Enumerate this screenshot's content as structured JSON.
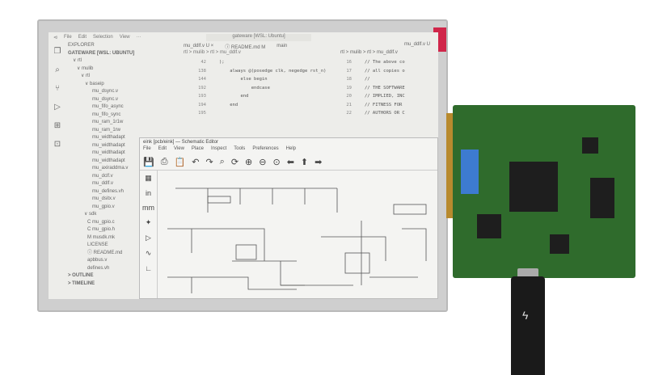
{
  "vscode": {
    "menu": [
      "File",
      "Edit",
      "Selection",
      "View",
      "···"
    ],
    "search": "gateware [WSL: Ubuntu]",
    "explorer_title": "EXPLORER",
    "workspace": "GATEWARE [WSL: UBUNTU]",
    "tree": [
      "∨ rtl",
      "∨ mulib",
      "∨ rtl",
      "∨ baseip",
      "mu_dsync.v",
      "mu_dsync.v",
      "mu_fifo_async",
      "mu_fifo_sync",
      "mu_ram_1r1w",
      "mu_ram_1rw",
      "mu_widthadapt",
      "mu_widthadapt",
      "mu_widthadapt",
      "mu_widthadapt",
      "mu_axiraddma.v",
      "mu_dclf.v",
      "mu_ddlf.v",
      "mu_defines.vh",
      "mu_dsitx.v",
      "mu_gpio.v",
      "∨ sdk",
      "C mu_gpio.c",
      "C mu_gpio.h",
      "M musdk.mk",
      "LICENSE",
      "ⓘ README.md",
      "apbbus.v",
      "defines.vh"
    ],
    "sections": [
      "> OUTLINE",
      "> TIMELINE"
    ],
    "tabs": [
      "mu_ddlf.v U ×",
      "ⓘ README.md M",
      "main"
    ],
    "breadcrumb": "rtl > mulib > rtl > mu_ddlf.v",
    "code": [
      {
        "ln": "42",
        "text": ");"
      },
      {
        "ln": "138",
        "text": "    always @(posedge clk, negedge rst_n)"
      },
      {
        "ln": "144",
        "text": "        else begin"
      },
      {
        "ln": "192",
        "text": "            endcase"
      },
      {
        "ln": "193",
        "text": "        end"
      },
      {
        "ln": "194",
        "text": "    end"
      },
      {
        "ln": "195",
        "text": ""
      }
    ],
    "right_tab": "mu_ddlf.v U",
    "right_breadcrumb": "rtl > mulib > rtl > mu_ddlf.v",
    "right_code": [
      {
        "ln": "16",
        "text": "// The above co"
      },
      {
        "ln": "17",
        "text": "// all copies o"
      },
      {
        "ln": "18",
        "text": "//"
      },
      {
        "ln": "19",
        "text": "// THE SOFTWARE"
      },
      {
        "ln": "20",
        "text": "// IMPLIED, INC"
      },
      {
        "ln": "21",
        "text": "// FITNESS FOR"
      },
      {
        "ln": "22",
        "text": "// AUTHORS OR C"
      }
    ]
  },
  "schematic": {
    "title": "eink [pcb/eink] — Schematic Editor",
    "menu": [
      "File",
      "Edit",
      "View",
      "Place",
      "Inspect",
      "Tools",
      "Preferences",
      "Help"
    ]
  },
  "colors": {
    "pcb": "#2f6b2c",
    "tab": "#d0264a",
    "cable": "#1a1a1a"
  }
}
